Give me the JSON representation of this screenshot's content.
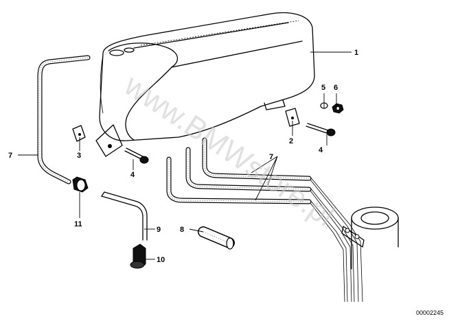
{
  "watermark": "www.BMWstore.pl",
  "callouts": {
    "c1": "1",
    "c2": "2",
    "c3": "3",
    "c4a": "4",
    "c4b": "4",
    "c5": "5",
    "c6": "6",
    "c7a": "7",
    "c7b": "7",
    "c8": "8",
    "c9": "9",
    "c10": "10",
    "c11": "11"
  },
  "doc_number": "00002245"
}
